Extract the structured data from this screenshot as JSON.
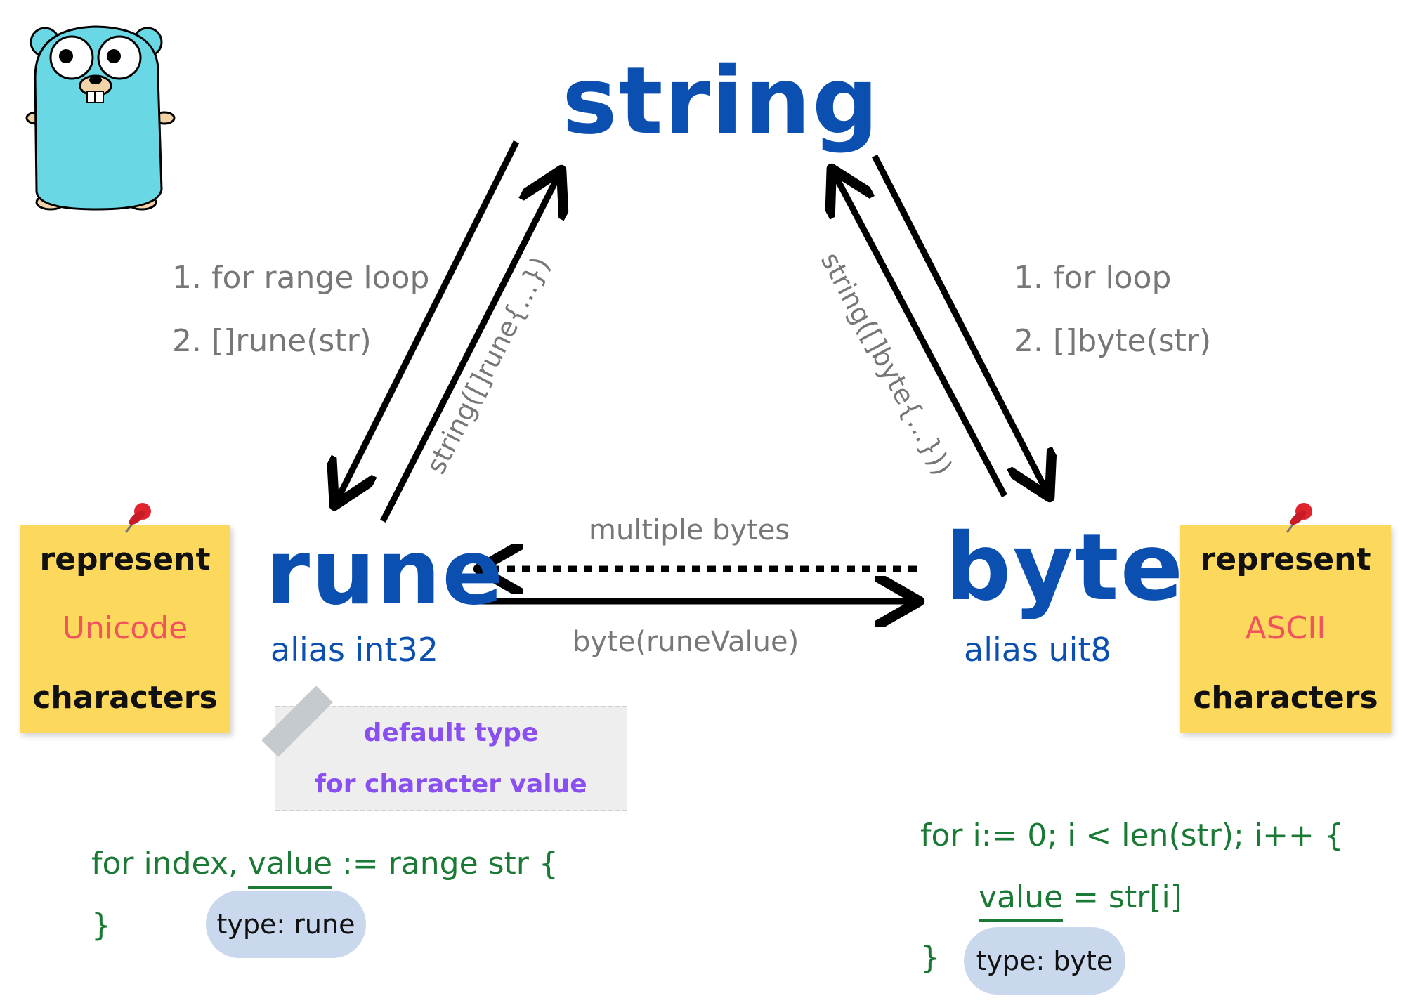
{
  "nodes": {
    "string": "string",
    "rune": "rune",
    "byte": "byte",
    "rune_alias": "alias int32",
    "byte_alias": "alias uit8"
  },
  "edges": {
    "string_to_rune": {
      "line1": "1. for range loop",
      "line2": "2. []rune(str)"
    },
    "rune_to_string": "string([]rune{...})",
    "string_to_byte": {
      "line1": "1. for loop",
      "line2": "2. []byte(str)"
    },
    "byte_to_string": "string([]byte{...}))",
    "byte_to_rune": "multiple bytes",
    "rune_to_byte": "byte(runeValue)"
  },
  "notes": {
    "left": {
      "line1": "represent",
      "accent": "Unicode",
      "line3": "characters"
    },
    "right": {
      "line1": "represent",
      "accent": "ASCII",
      "line3": "characters"
    }
  },
  "ribbon": {
    "line1": "default type",
    "line2": "for character value"
  },
  "code_left": {
    "before": "for index, ",
    "var": "value",
    "after": " := range str {",
    "close": "}",
    "type_label": "type: rune"
  },
  "code_right": {
    "line1": "for i:= 0; i < len(str); i++ {",
    "var": "value",
    "after": " = str[i]",
    "close": "}",
    "type_label": "type: byte"
  },
  "icons": {
    "mascot": "gopher-mascot-icon",
    "pin": "pushpin-icon"
  },
  "colors": {
    "node_blue": "#0b4fb0",
    "label_grey": "#777777",
    "note_yellow": "#fcd95c",
    "accent_red": "#f0545c",
    "code_green": "#1a7a35",
    "ribbon_purple": "#8a4ff0",
    "pill_blue": "#c9d8ec"
  }
}
